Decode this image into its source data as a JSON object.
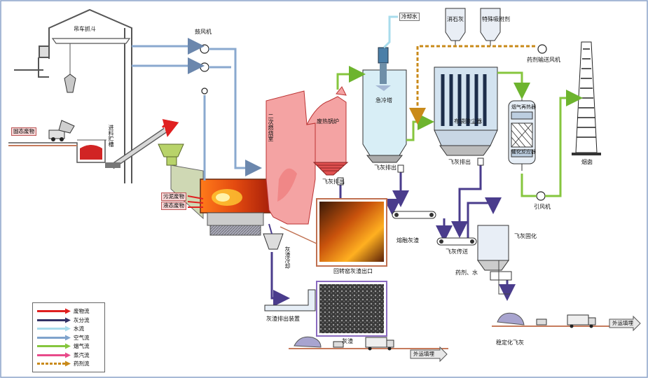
{
  "labels": {
    "crane": "吊车抓斗",
    "blower": "鼓风机",
    "solid_waste": "固态废物",
    "feed_hopper": "进料贮槽",
    "secondary_chamber": "二次燃烧室",
    "waste_boiler": "废热锅炉",
    "quench_tower": "急冷塔",
    "cooling_water": "冷却水",
    "limestone": "消石灰",
    "activated_carbon": "特殊吸附剂",
    "bag_filter": "布袋除尘器",
    "agent_blower": "药剂输送风机",
    "smoke_heater": "烟气再热器",
    "catalytic_reactor": "催化反应器",
    "stack": "烟囱",
    "induced_fan": "引风机",
    "ash_out_1": "飞灰排出",
    "ash_out_2": "飞灰排出",
    "ash_out_3": "飞灰排出",
    "slag_cooling": "灰渣冷却",
    "molten_slag": "熔融灰渣",
    "kiln_outlet": "回转窑灰渣出口",
    "ash_conveyor": "飞灰传送",
    "ash_solidify": "飞灰固化",
    "agent_water": "药剂、水",
    "slag_discharge": "灰渣排出装置",
    "slag": "灰渣",
    "stabilized_ash": "稳定化飞灰",
    "external_disposal_1": "外运填埋",
    "external_disposal_2": "外运填埋",
    "sludge_waste": "污泥废物",
    "liquid_waste": "液态废物"
  },
  "legend": [
    {
      "label": "废物流",
      "color": "#e02020",
      "dashed": false
    },
    {
      "label": "灰分流",
      "color": "#333366",
      "dashed": false
    },
    {
      "label": "水流",
      "color": "#a8dcec",
      "dashed": false
    },
    {
      "label": "空气流",
      "color": "#7fa3cc",
      "dashed": false
    },
    {
      "label": "烟气流",
      "color": "#86c63e",
      "dashed": false
    },
    {
      "label": "蒸汽流",
      "color": "#e84a8a",
      "dashed": false
    },
    {
      "label": "药剂流",
      "color": "#c98a1a",
      "dashed": true
    }
  ]
}
